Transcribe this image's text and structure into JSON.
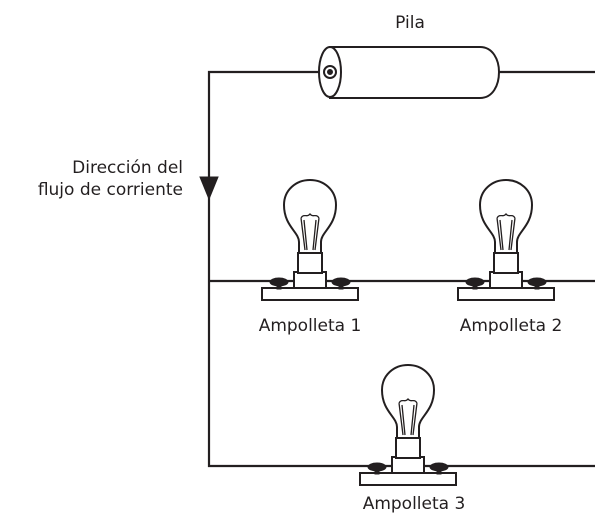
{
  "labels": {
    "battery": "Pila",
    "current_direction_line1": "Dirección del",
    "current_direction_line2": "flujo de corriente",
    "bulb_1": "Ampolleta 1",
    "bulb_2": "Ampolleta 2",
    "bulb_3": "Ampolleta 3"
  },
  "colors": {
    "ink": "#231f20",
    "background": "#ffffff"
  }
}
